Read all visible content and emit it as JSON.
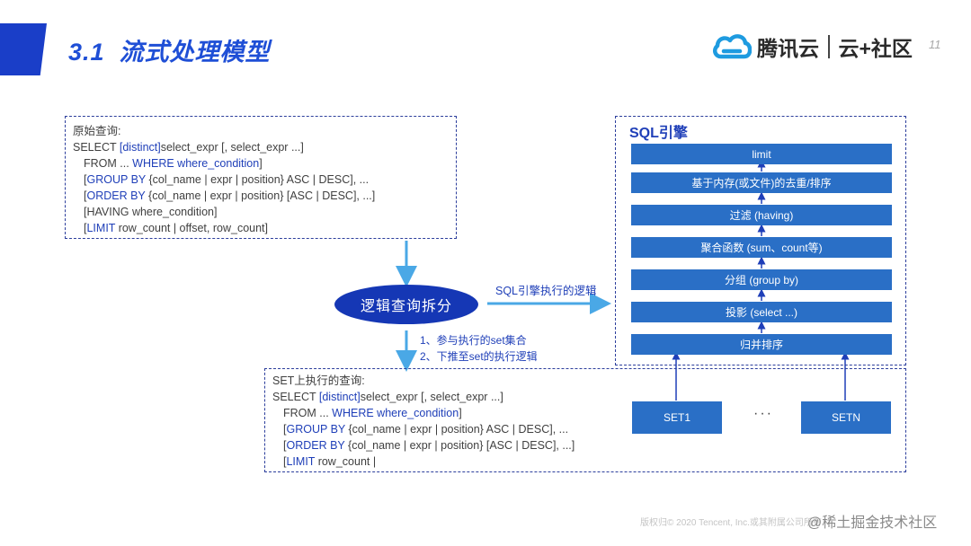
{
  "header": {
    "section_number": "3.1",
    "title": "流式处理模型",
    "logo_brand": "腾讯云",
    "logo_community": "云+社区",
    "page_number": "11"
  },
  "original_query": {
    "heading": "原始查询:",
    "lines": [
      {
        "a": "SELECT ",
        "k": "[distinct]",
        "b": "select_expr [, select_expr ...]"
      },
      {
        "a": "FROM ... ",
        "k": "WHERE where_condition",
        "b": "]"
      },
      {
        "a": "[",
        "k": "GROUP BY",
        "b": " {col_name | expr | position} ASC | DESC], ..."
      },
      {
        "a": "[",
        "k": "ORDER BY",
        "b": " {col_name | expr | position} [ASC | DESC], ...]"
      },
      {
        "a": "[HAVING where_condition]",
        "k": "",
        "b": ""
      },
      {
        "a": "[",
        "k": "LIMIT",
        "b": " row_count | offset, row_count]"
      }
    ]
  },
  "set_query": {
    "heading": "SET上执行的查询:",
    "lines": [
      {
        "a": "SELECT ",
        "k": "[distinct]",
        "b": "select_expr [, select_expr ...]"
      },
      {
        "a": "FROM ... ",
        "k": "WHERE where_condition",
        "b": "]"
      },
      {
        "a": "[",
        "k": "GROUP BY",
        "b": " {col_name | expr | position} ASC | DESC], ..."
      },
      {
        "a": "[",
        "k": "ORDER BY",
        "b": " {col_name | expr | position} [ASC | DESC], ...]"
      },
      {
        "a": "[",
        "k": "LIMIT",
        "b": " row_count |"
      }
    ]
  },
  "split_node": "逻辑查询拆分",
  "engine_arrow_label": "SQL引擎执行的逻辑",
  "split_steps": [
    "1、参与执行的set集合",
    "2、下推至set的执行逻辑"
  ],
  "engine": {
    "title": "SQL引擎",
    "layers": [
      "limit",
      "基于内存(或文件)的去重/排序",
      "过滤 (having)",
      "聚合函数 (sum、count等)",
      "分组 (group by)",
      "投影 (select ...)",
      "归并排序"
    ]
  },
  "sets": [
    "SET1",
    "SETN"
  ],
  "sets_ellipsis": "···",
  "footer": "版权归© 2020 Tencent, Inc.或其附属公司所有",
  "watermark": "@稀土掘金技术社区",
  "colors": {
    "accent": "#1a3ec8",
    "layer_fill": "#2a6fc6",
    "arrow": "#4aa8e6",
    "keyword": "#1f3fb8"
  }
}
